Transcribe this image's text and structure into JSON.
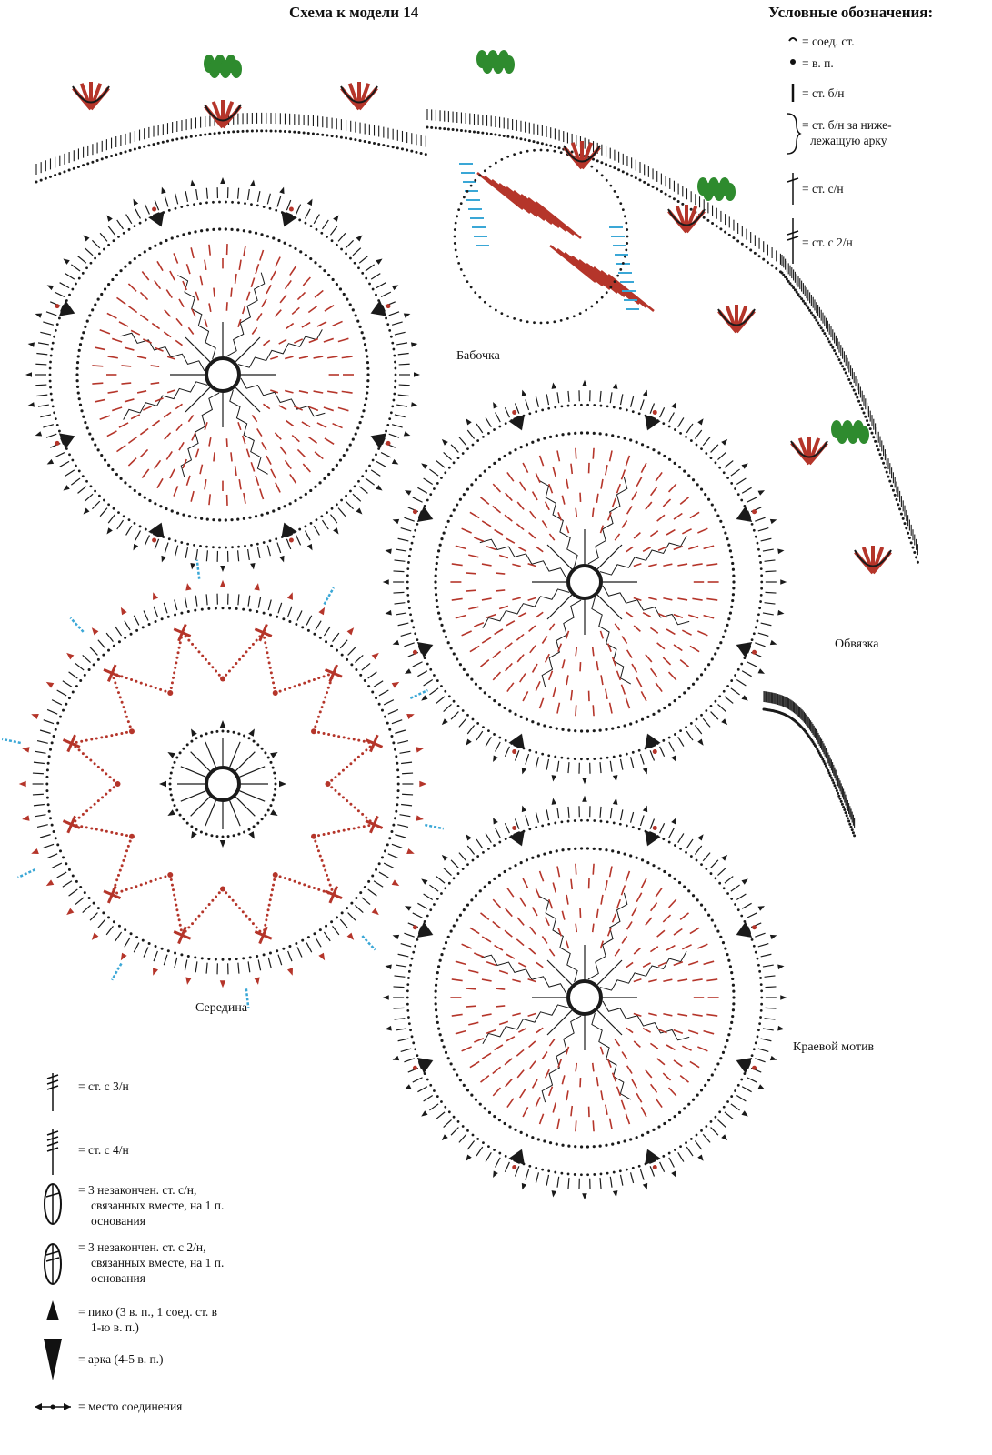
{
  "title": "Схема к модели 14",
  "legend_title": "Условные обозначения:",
  "legend_top": [
    {
      "text": "= соед. ст."
    },
    {
      "text": "= в. п."
    },
    {
      "text": "= ст. б/н"
    },
    {
      "text": "= ст. б/н за ниже-"
    },
    {
      "text": "лежащую арку"
    },
    {
      "text": "= ст. с/н"
    },
    {
      "text": "= ст. с 2/н"
    }
  ],
  "legend_bottom": [
    {
      "text": "= ст. с 3/н"
    },
    {
      "text": "= ст. с 4/н"
    },
    {
      "text": "= 3 незакончен. ст. с/н,"
    },
    {
      "text": "связанных вместе, на 1 п."
    },
    {
      "text": "основания"
    },
    {
      "text": "= 3 незакончен. ст. с 2/н,"
    },
    {
      "text": "связанных вместе, на 1 п."
    },
    {
      "text": "основания"
    },
    {
      "text": "= пико (3 в. п., 1 соед. ст.  в"
    },
    {
      "text": "1-ю в. п.)"
    },
    {
      "text": "= арка (4-5 в. п.)"
    },
    {
      "text": "= место соединения"
    }
  ],
  "labels": {
    "butterfly": "Бабочка",
    "edging": "Обвязка",
    "middle": "Середина",
    "edge_motif": "Краевой мотив"
  },
  "colors": {
    "ink": "#1a1a1a",
    "red": "#b5352a",
    "green": "#2e8b2e",
    "cyan": "#3aa7d6",
    "pink": "#e06a7a"
  }
}
